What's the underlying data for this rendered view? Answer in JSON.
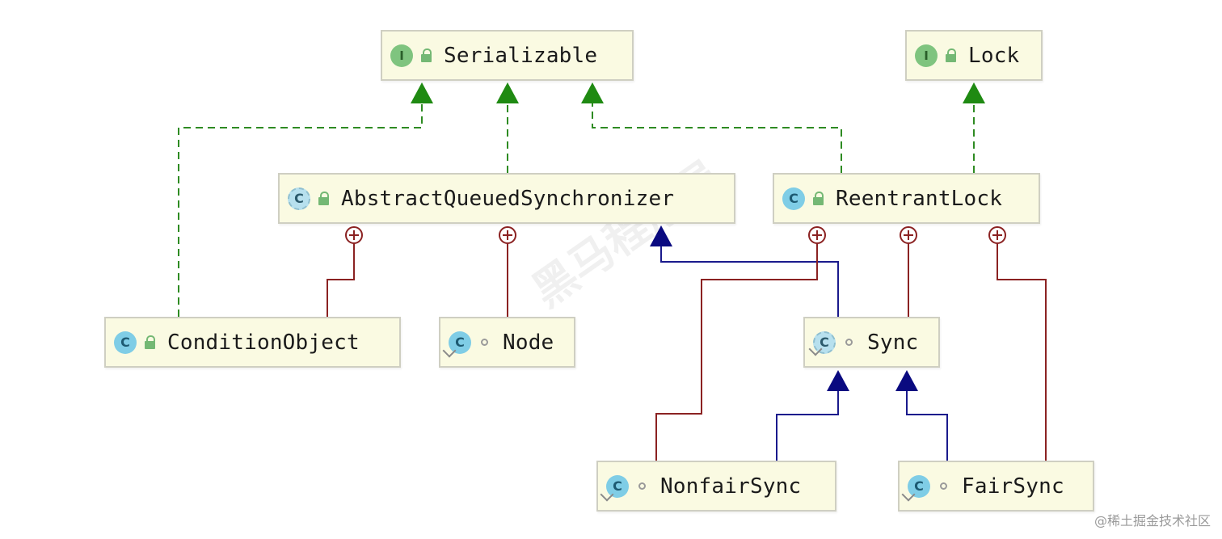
{
  "colors": {
    "implements": "#2e8b22",
    "extends": "#1a1a8c",
    "inner": "#8b2222",
    "node_fill": "#fafae2",
    "node_border": "#cfcfc2"
  },
  "nodes": {
    "serializable": {
      "name": "Serializable",
      "kind": "interface",
      "badge": "I",
      "visibility": "public"
    },
    "lock": {
      "name": "Lock",
      "kind": "interface",
      "badge": "I",
      "visibility": "public"
    },
    "aqs": {
      "name": "AbstractQueuedSynchronizer",
      "kind": "abstract-class",
      "badge": "C",
      "visibility": "public"
    },
    "reentrantlock": {
      "name": "ReentrantLock",
      "kind": "class",
      "badge": "C",
      "visibility": "public"
    },
    "conditionobject": {
      "name": "ConditionObject",
      "kind": "class",
      "badge": "C",
      "visibility": "public"
    },
    "node": {
      "name": "Node",
      "kind": "static-class",
      "badge": "C",
      "visibility": "package"
    },
    "sync": {
      "name": "Sync",
      "kind": "static-abstract-class",
      "badge": "C",
      "visibility": "package"
    },
    "nonfairsync": {
      "name": "NonfairSync",
      "kind": "static-class",
      "badge": "C",
      "visibility": "package"
    },
    "fairsync": {
      "name": "FairSync",
      "kind": "static-class",
      "badge": "C",
      "visibility": "package"
    }
  },
  "edges": [
    {
      "from": "conditionobject",
      "to": "serializable",
      "type": "implements"
    },
    {
      "from": "aqs",
      "to": "serializable",
      "type": "implements"
    },
    {
      "from": "reentrantlock",
      "to": "serializable",
      "type": "implements"
    },
    {
      "from": "reentrantlock",
      "to": "lock",
      "type": "implements"
    },
    {
      "from": "sync",
      "to": "aqs",
      "type": "extends"
    },
    {
      "from": "nonfairsync",
      "to": "sync",
      "type": "extends"
    },
    {
      "from": "fairsync",
      "to": "sync",
      "type": "extends"
    },
    {
      "from": "conditionobject",
      "to": "aqs",
      "type": "inner"
    },
    {
      "from": "node",
      "to": "aqs",
      "type": "inner"
    },
    {
      "from": "nonfairsync",
      "to": "reentrantlock",
      "type": "inner"
    },
    {
      "from": "sync",
      "to": "reentrantlock",
      "type": "inner"
    },
    {
      "from": "fairsync",
      "to": "reentrantlock",
      "type": "inner"
    }
  ],
  "watermark": {
    "corner_text": "@稀土掘金技术社区",
    "center_text": "黑马程序员"
  }
}
